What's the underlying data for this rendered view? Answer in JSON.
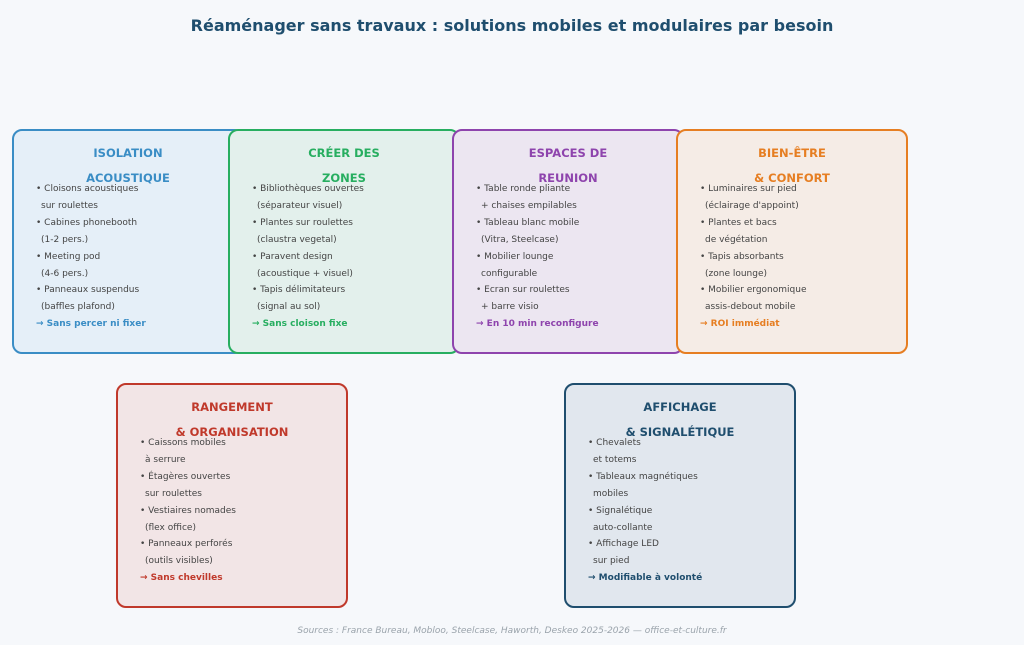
{
  "title": "Réaménager sans travaux : solutions mobiles et modulaires par besoin",
  "cards": [
    {
      "id": "isolation",
      "color": "#3a8dc5",
      "bg": "#e5eff8",
      "heading1": "ISOLATION",
      "heading2": "ACOUSTIQUE",
      "lines": [
        "• Cloisons acoustiques",
        "sur roulettes",
        "• Cabines phonebooth",
        "(1-2 pers.)",
        "• Meeting pod",
        "(4-6 pers.)",
        "• Panneaux suspendus",
        "(baffles plafond)"
      ],
      "footer": "→ Sans percer ni fixer"
    },
    {
      "id": "zones",
      "color": "#27ae60",
      "bg": "#e3f0ec",
      "heading1": "CRÉER DES",
      "heading2": "ZONES",
      "lines": [
        "• Bibliothèques ouvertes",
        "(séparateur visuel)",
        "• Plantes sur roulettes",
        "(claustra vegetal)",
        "• Paravent design",
        "(acoustique + visuel)",
        "• Tapis délimitateurs",
        "(signal au sol)"
      ],
      "footer": "→ Sans cloison fixe"
    },
    {
      "id": "reunion",
      "color": "#8e44ad",
      "bg": "#ece6f1",
      "heading1": "ESPACES DE",
      "heading2": "REUNION",
      "lines": [
        "• Table ronde pliante",
        "+ chaises empilables",
        "• Tableau blanc mobile",
        "(Vitra, Steelcase)",
        "• Mobilier lounge",
        "configurable",
        "• Ecran sur roulettes",
        "+ barre visio"
      ],
      "footer": "→ En 10 min reconfigure"
    },
    {
      "id": "bienetre",
      "color": "#e67e22",
      "bg": "#f5ece6",
      "heading1": "BIEN-ÊTRE",
      "heading2": "& CONFORT",
      "lines": [
        "• Luminaires sur pied",
        "(éclairage d'appoint)",
        "• Plantes et bacs",
        "de végétation",
        "• Tapis absorbants",
        "(zone lounge)",
        "• Mobilier ergonomique",
        "assis-debout mobile"
      ],
      "footer": "→ ROI immédiat"
    },
    {
      "id": "rangement",
      "color": "#c0392b",
      "bg": "#f2e5e6",
      "heading1": "RANGEMENT",
      "heading2": "& ORGANISATION",
      "lines": [
        "• Caissons mobiles",
        "à serrure",
        "• Étagères ouvertes",
        "sur roulettes",
        "• Vestiaires nomades",
        "(flex office)",
        "• Panneaux perforés",
        "(outils visibles)"
      ],
      "footer": "→ Sans chevilles"
    },
    {
      "id": "affichage",
      "color": "#1f4e6e",
      "bg": "#e1e7ee",
      "heading1": "AFFICHAGE",
      "heading2": "& SIGNALÉTIQUE",
      "lines": [
        "• Chevalets",
        "et totems",
        "• Tableaux magnétiques",
        "mobiles",
        "• Signalétique",
        "auto-collante",
        "• Affichage LED",
        "sur pied"
      ],
      "footer": "→ Modifiable à volonté"
    }
  ],
  "sources": "Sources : France Bureau, Mobloo, Steelcase, Haworth, Deskeo 2025-2026 — office-et-culture.fr"
}
